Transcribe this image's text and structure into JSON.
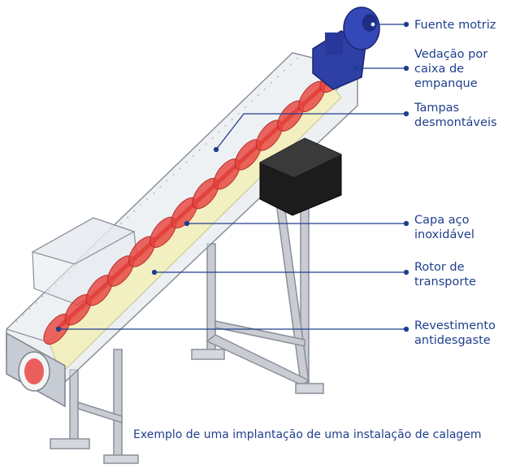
{
  "labels": {
    "fonte_motriz": [
      "Fuente motriz"
    ],
    "vedacao": [
      "Vedação por",
      "caixa de",
      "empanque"
    ],
    "tampas": [
      "Tampas",
      "desmontáveis"
    ],
    "capa": [
      "Capa aço",
      "inoxidável"
    ],
    "rotor": [
      "Rotor de",
      "transporte"
    ],
    "revestimento": [
      "Revestimento",
      "antidesgaste"
    ]
  },
  "caption": "Exemplo de uma implantação de uma instalação de calagem",
  "colors": {
    "label_text": "#1f3f8c",
    "leader_line": "#1f3f8c",
    "motor": "#2e3fa6",
    "rotor": "#e8443f",
    "liner": "#f2efc0",
    "hopper_box": "#1c1c1c",
    "frame": "#c9ccd2",
    "housing": "#dfe3ea"
  }
}
